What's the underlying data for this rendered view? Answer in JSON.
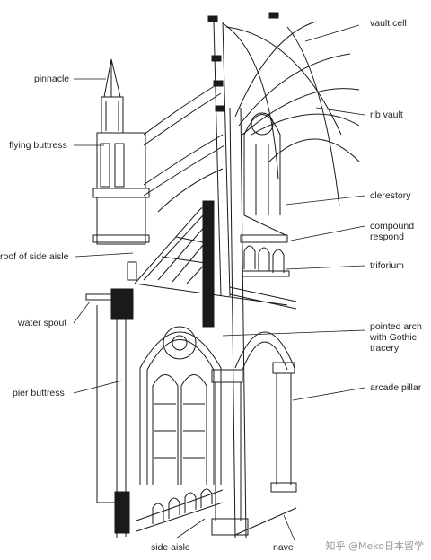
{
  "labels": {
    "vault_cell": "vault cell",
    "rib_vault": "rib vault",
    "clerestory": "clerestory",
    "compound_respond": "compound respond",
    "triforium": "triforium",
    "pointed_arch": "pointed arch with Gothic tracery",
    "arcade_pillar": "arcade pillar",
    "pinnacle": "pinnacle",
    "flying_buttress": "flying buttress",
    "roof_of_side_aisle": "roof of side aisle",
    "water_spout": "water spout",
    "pier_buttress": "pier buttress",
    "side_aisle": "side aisle",
    "nave": "nave"
  },
  "watermark": "知乎 @Meko日本留学",
  "colors": {
    "ink": "#1a1a1a",
    "label": "#222222",
    "watermark": "#9a9a9a"
  }
}
